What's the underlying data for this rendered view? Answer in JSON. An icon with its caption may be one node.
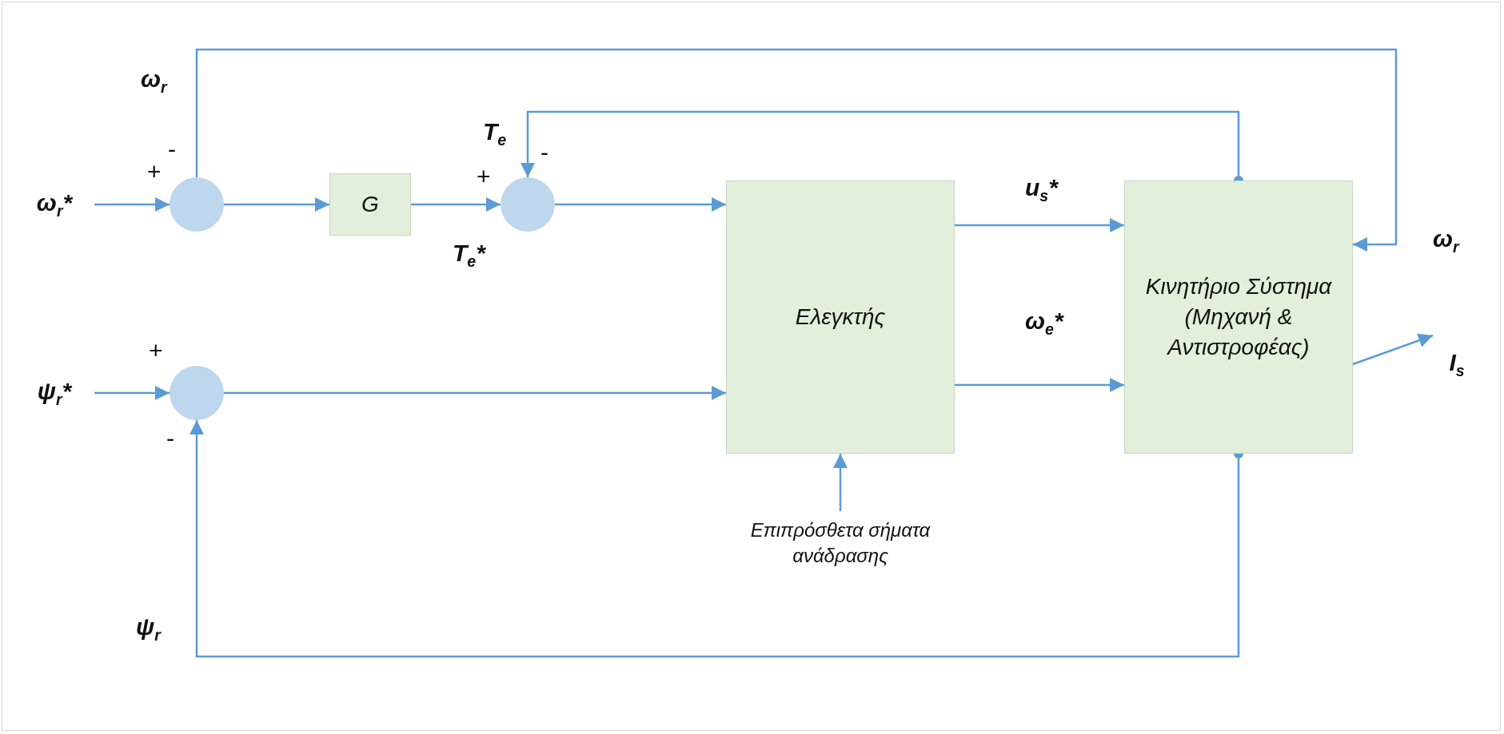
{
  "diagram": {
    "nodes": [
      {
        "text": [
          "ω$_{r}$*"
        ]
      },
      {
        "text": [],
        "shape": "circle",
        "beside": [
          "+",
          "-"
        ]
      },
      {
        "text": [
          "G"
        ]
      },
      {
        "text": [],
        "shape": "circle",
        "beside": [
          "+",
          "-"
        ]
      },
      {
        "text": [
          "Ελεγκτής"
        ]
      },
      {
        "text": [
          "Κινητήριο Σύστημα (Μηχανή & Αντιστροφέας)"
        ]
      },
      {
        "text": [
          "I$_{s}$"
        ]
      },
      {
        "text": [
          "ψ$_{r}$*"
        ]
      },
      {
        "text": [],
        "shape": "circle",
        "beside": [
          "+",
          "-"
        ]
      },
      {
        "text": [
          "Επιπρόσθετα σήματα ανάδρασης"
        ]
      }
    ],
    "edges": [
      {
        "from": 0,
        "to": 1,
        "arrow": "to"
      },
      {
        "from": 1,
        "to": 2,
        "arrow": "to"
      },
      {
        "from": 2,
        "to": 3,
        "arrow": "to",
        "label": "T$_{e}$*"
      },
      {
        "from": 3,
        "to": 4,
        "arrow": "to"
      },
      {
        "from": 7,
        "to": 8,
        "arrow": "to"
      },
      {
        "from": 8,
        "to": 4,
        "arrow": "to"
      },
      {
        "from": 4,
        "to": 5,
        "arrow": "to",
        "label": "u$_{s}$*"
      },
      {
        "from": 4,
        "to": 5,
        "arrow": "to",
        "label": "ω$_{e}$*"
      },
      {
        "from": 5,
        "to": 6,
        "arrow": "to"
      },
      {
        "from": 9,
        "to": 4,
        "arrow": "to"
      },
      {
        "from": 1,
        "to": 5,
        "arrow": "to",
        "label": "ω$_{r}$"
      },
      {
        "from": 5,
        "to": 3,
        "arrow": "to",
        "label": "T$_{e}$"
      },
      {
        "from": 5,
        "to": 8,
        "arrow": "to",
        "label": "ψ$_{r}$"
      }
    ],
    "labels": [
      "ω$_{r}$"
    ]
  }
}
